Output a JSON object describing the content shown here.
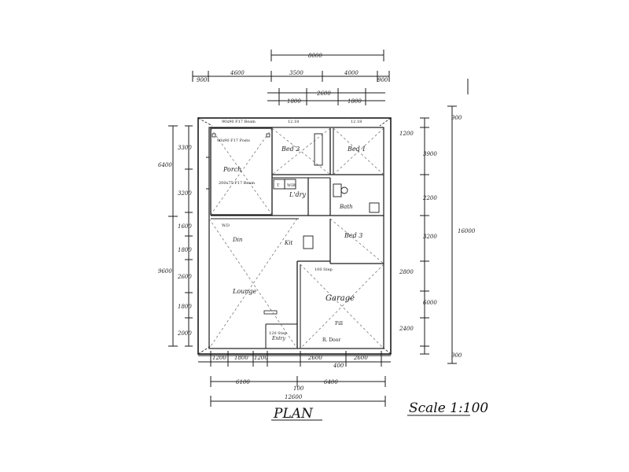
{
  "rooms": {
    "porch": "Porch",
    "bed2": "Bed 2",
    "bed1": "Bed 1",
    "ldry": "L'dry",
    "bath": "Bath",
    "bed3": "Bed 3",
    "din": "Din",
    "kit": "Kit",
    "lounge": "Lounge",
    "garage": "Garage",
    "entry": "Entry"
  },
  "notes": {
    "porch_beam": "90x90 F17 Beam",
    "posts": "90x90 F17 Posts",
    "beam": "200x75 F17 Beam",
    "step": "100 Step",
    "fill": "Fill",
    "rdoor": "R. Door",
    "entry_step": "120 Step",
    "wir": "WIR",
    "wc": "T",
    "lintel": "12.18",
    "lintel2": "12.18",
    "wd": "W.D"
  },
  "dimensions": {
    "top_overall": "8000",
    "top_row": [
      "900",
      "4600",
      "3500",
      "4000",
      "900"
    ],
    "top_windows": [
      "1800",
      "2600",
      "1800"
    ],
    "left_overall_upper": "6400",
    "left_overall_lower": "9600",
    "left_segments": [
      "3300",
      "3200",
      "1600",
      "1800",
      "2600",
      "1800",
      "2000"
    ],
    "right_overall": "16000",
    "right_segments": [
      "900",
      "1200",
      "3900",
      "2200",
      "3200",
      "2800",
      "6000",
      "2400",
      "900"
    ],
    "bottom_segments": [
      "1200",
      "1800",
      "1200",
      "2600",
      "400",
      "2600"
    ],
    "bottom_halves": [
      "6100",
      "100",
      "6400"
    ],
    "bottom_overall": "12600"
  },
  "labels": {
    "plan_title": "PLAN",
    "scale": "Scale 1:100"
  }
}
